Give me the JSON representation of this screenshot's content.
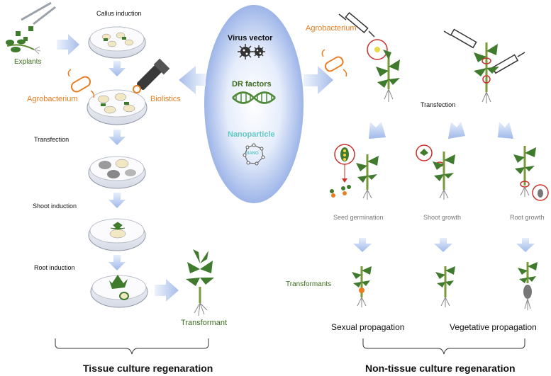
{
  "center": {
    "virus_vector": "Virus vector",
    "dr_factors": "DR factors",
    "nanoparticle": "Nanoparticle",
    "nano_badge": "NANO"
  },
  "left": {
    "callus_induction": "Callus induction",
    "explants": "Explants",
    "agrobacterium": "Agrobacterium",
    "biolistics": "Biolistics",
    "transfection": "Transfection",
    "shoot_induction": "Shoot induction",
    "root_induction": "Root induction",
    "transformant": "Transformant",
    "title": "Tissue culture regenaration"
  },
  "right": {
    "agrobacterium": "Agrobacterium",
    "transfection": "Transfection",
    "seed_germination": "Seed germination",
    "shoot_growth": "Shoot growth",
    "root_growth": "Root growth",
    "transformants": "Transformants",
    "sexual_propagation": "Sexual propagation",
    "vegetative_propagation": "Vegetative propagation",
    "title": "Non-tissue culture regenaration"
  },
  "colors": {
    "orange": "#e87e21",
    "leaf_green": "#3f7a2d",
    "arrow_blue": "#b9cdef",
    "ellipse_blue": "#c8d7f5",
    "dr_green": "#4f8a3a",
    "nano_teal": "#63c7c6",
    "highlight_red": "#c9302c"
  }
}
